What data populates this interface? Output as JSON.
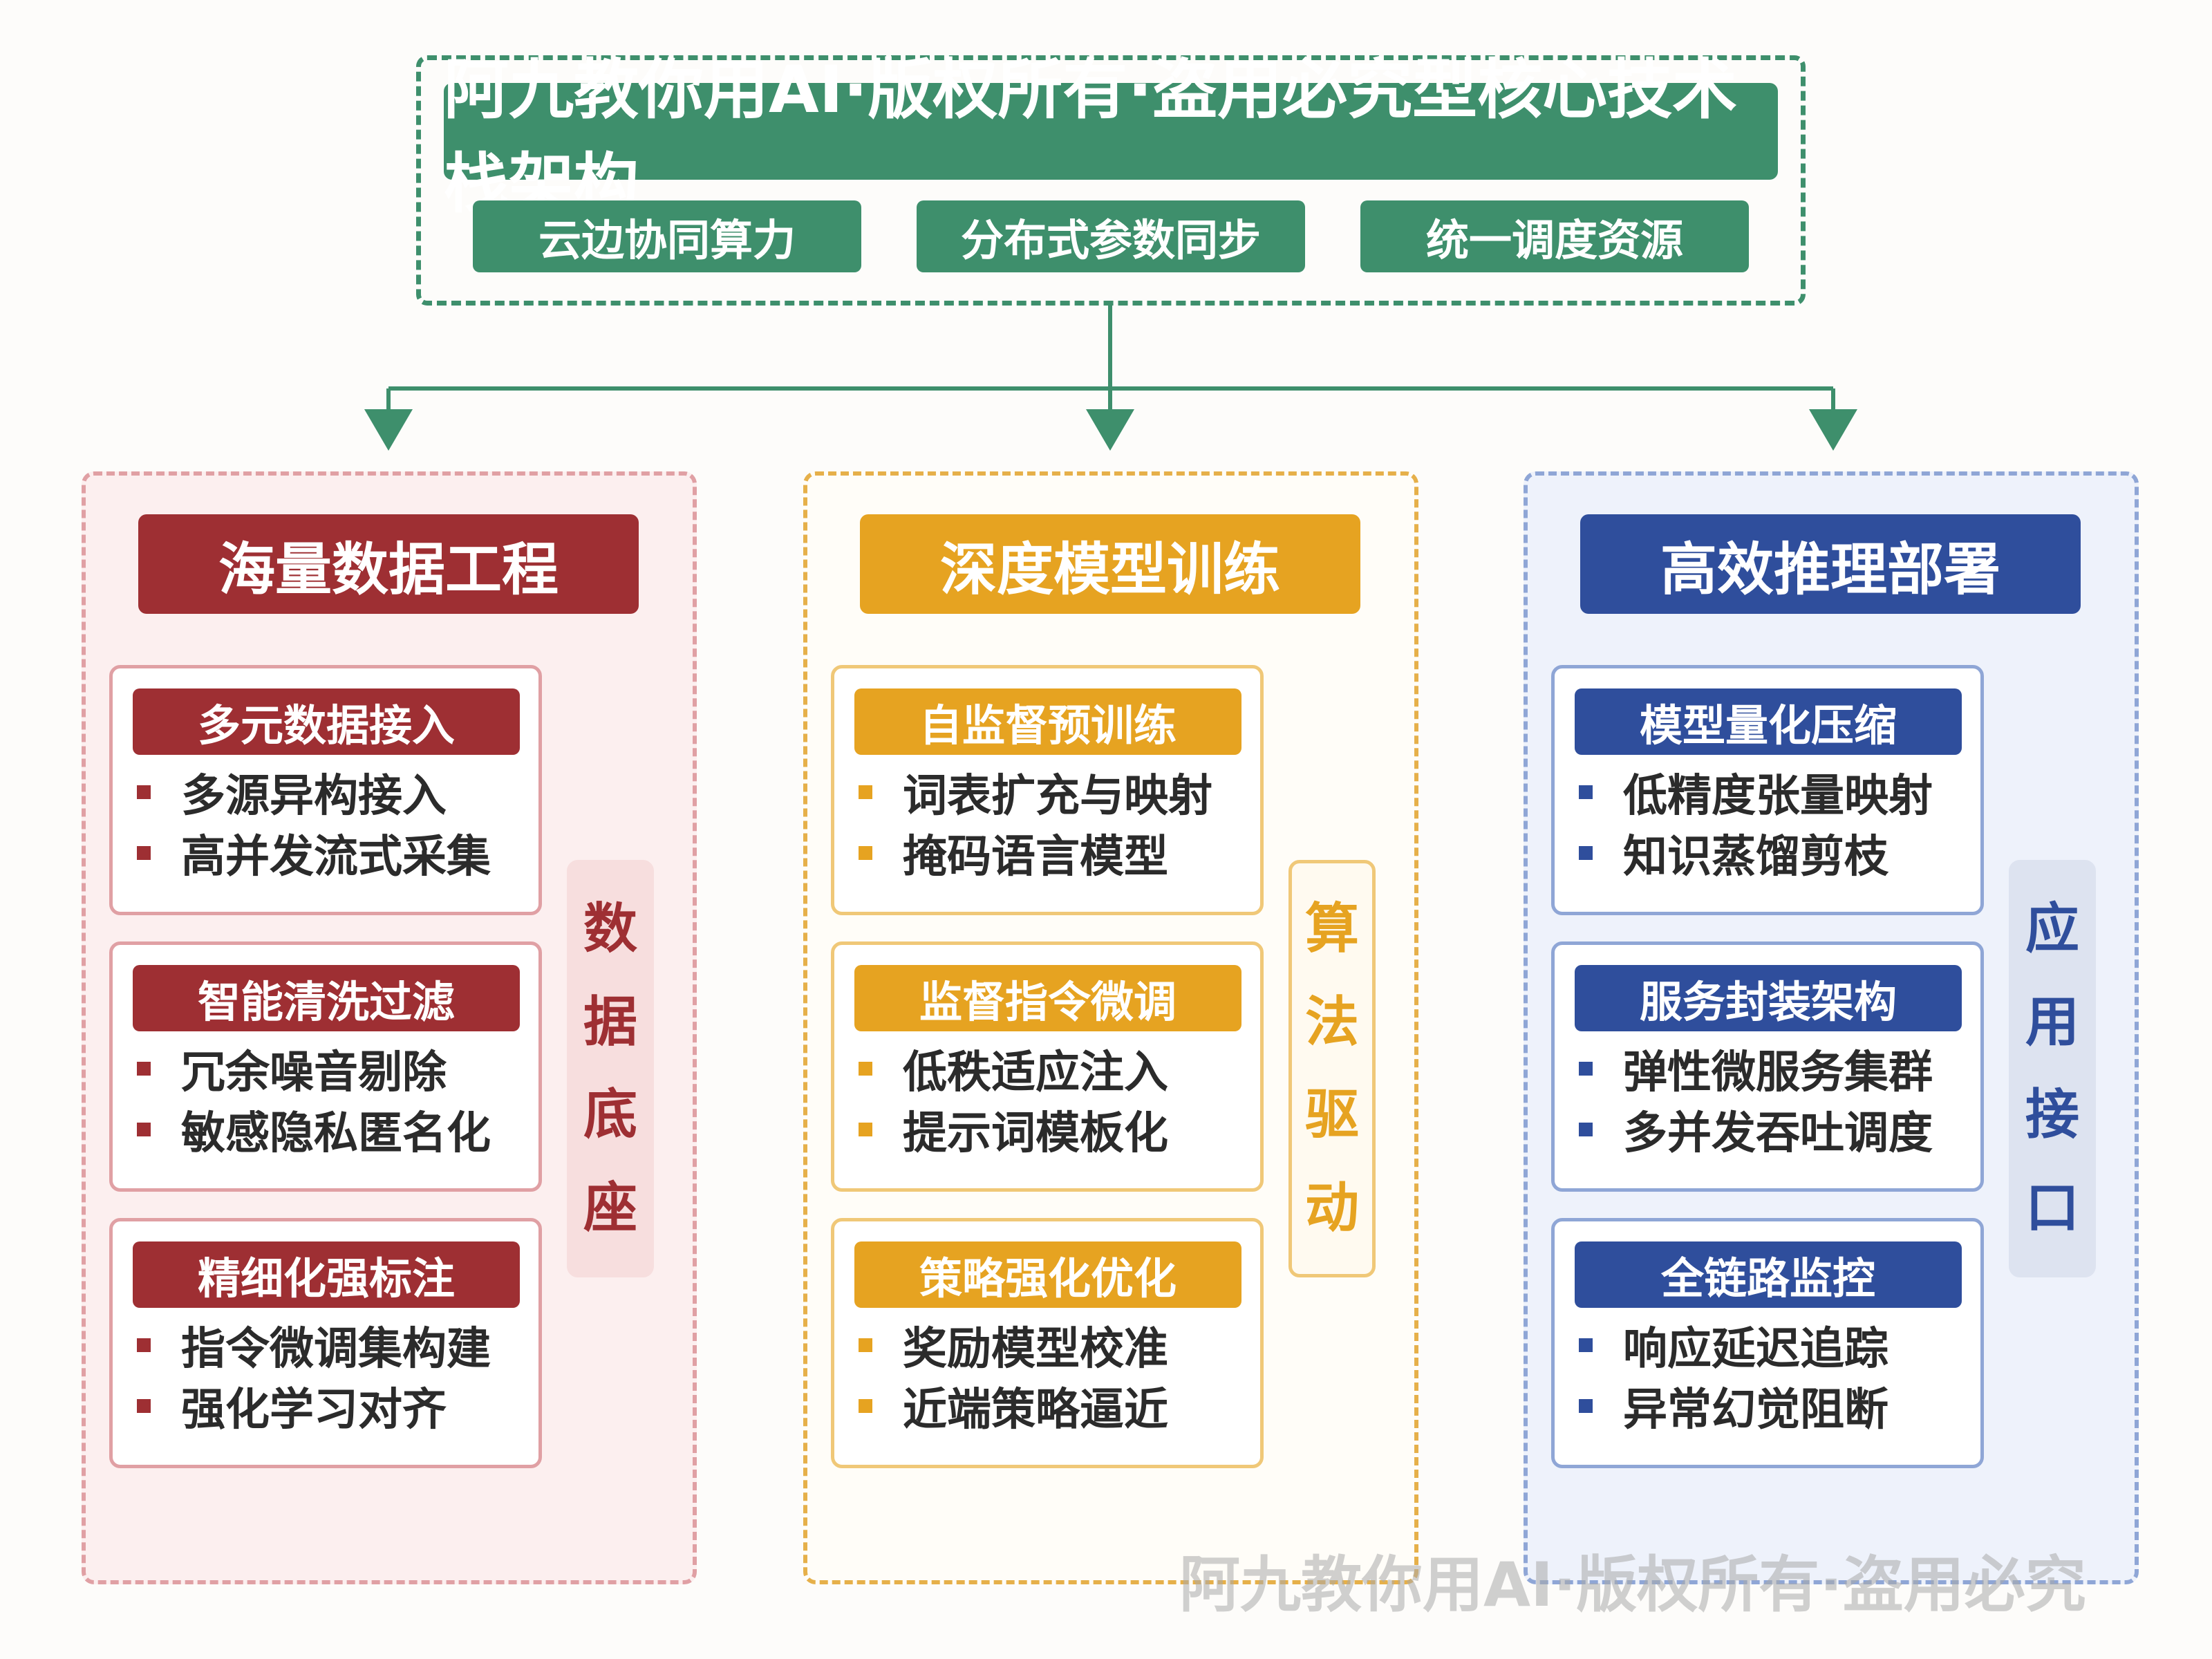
{
  "title": "阿九教你用AI·版权所有·盗用必究型核心技术栈架构",
  "pills": [
    "云边协同算力",
    "分布式参数同步",
    "统一调度资源"
  ],
  "colors": {
    "green": "#3e8f6c",
    "red": "#9e2f33",
    "orange": "#e6a321",
    "blue": "#2f4e9c"
  },
  "columns": [
    {
      "header": "海量数据工程",
      "side_label": [
        "数",
        "据",
        "底",
        "座"
      ],
      "cards": [
        {
          "title": "多元数据接入",
          "items": [
            "多源异构接入",
            "高并发流式采集"
          ]
        },
        {
          "title": "智能清洗过滤",
          "items": [
            "冗余噪音剔除",
            "敏感隐私匿名化"
          ]
        },
        {
          "title": "精细化强标注",
          "items": [
            "指令微调集构建",
            "强化学习对齐"
          ]
        }
      ]
    },
    {
      "header": "深度模型训练",
      "side_label": [
        "算",
        "法",
        "驱",
        "动"
      ],
      "cards": [
        {
          "title": "自监督预训练",
          "items": [
            "词表扩充与映射",
            "掩码语言模型"
          ]
        },
        {
          "title": "监督指令微调",
          "items": [
            "低秩适应注入",
            "提示词模板化"
          ]
        },
        {
          "title": "策略强化优化",
          "items": [
            "奖励模型校准",
            "近端策略逼近"
          ]
        }
      ]
    },
    {
      "header": "高效推理部署",
      "side_label": [
        "应",
        "用",
        "接",
        "口"
      ],
      "cards": [
        {
          "title": "模型量化压缩",
          "items": [
            "低精度张量映射",
            "知识蒸馏剪枝"
          ]
        },
        {
          "title": "服务封装架构",
          "items": [
            "弹性微服务集群",
            "多并发吞吐调度"
          ]
        },
        {
          "title": "全链路监控",
          "items": [
            "响应延迟追踪",
            "异常幻觉阻断"
          ]
        }
      ]
    }
  ],
  "watermark": "阿九教你用AI·版权所有·盗用必究"
}
